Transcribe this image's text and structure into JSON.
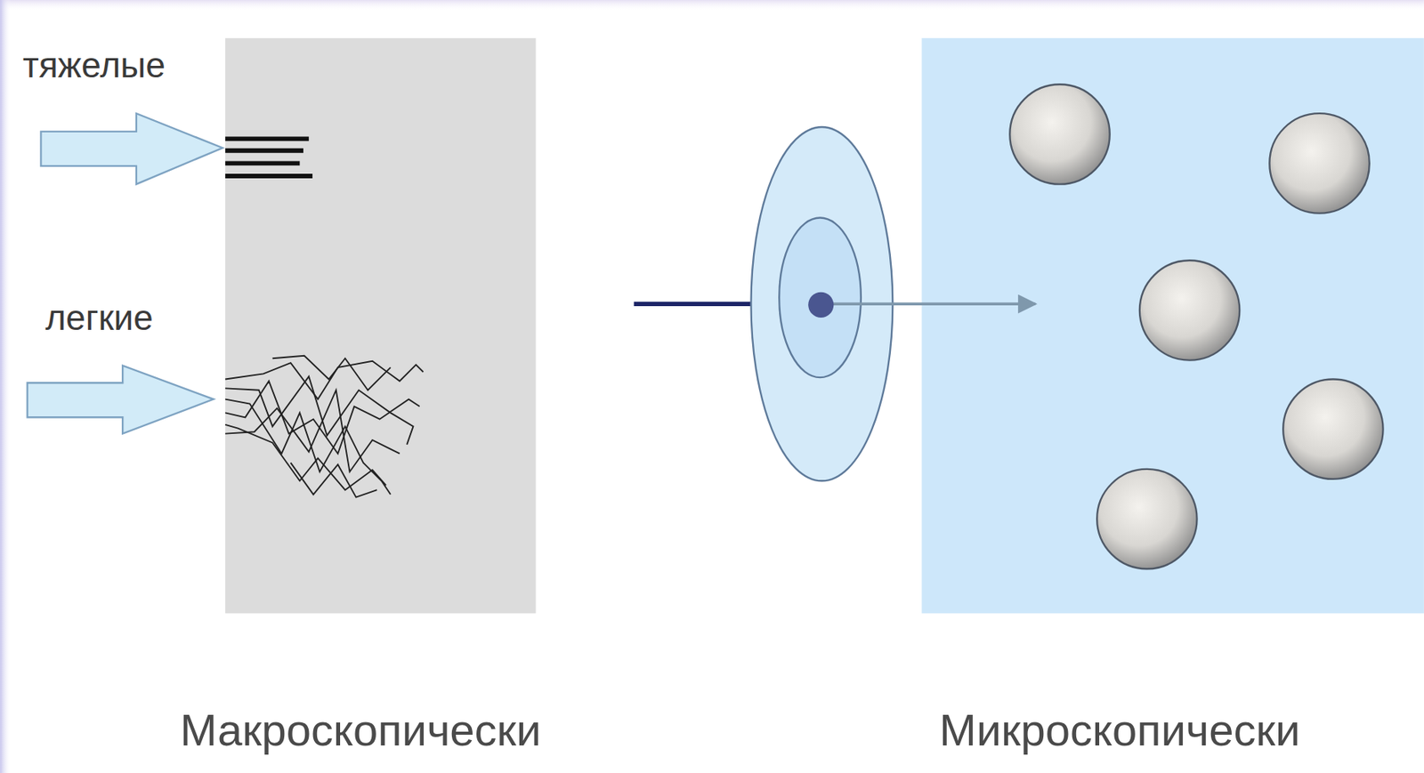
{
  "diagram": {
    "labels": [
      "тяжелые",
      "легкие",
      "Макроскопически",
      "Микроскопически"
    ]
  }
}
